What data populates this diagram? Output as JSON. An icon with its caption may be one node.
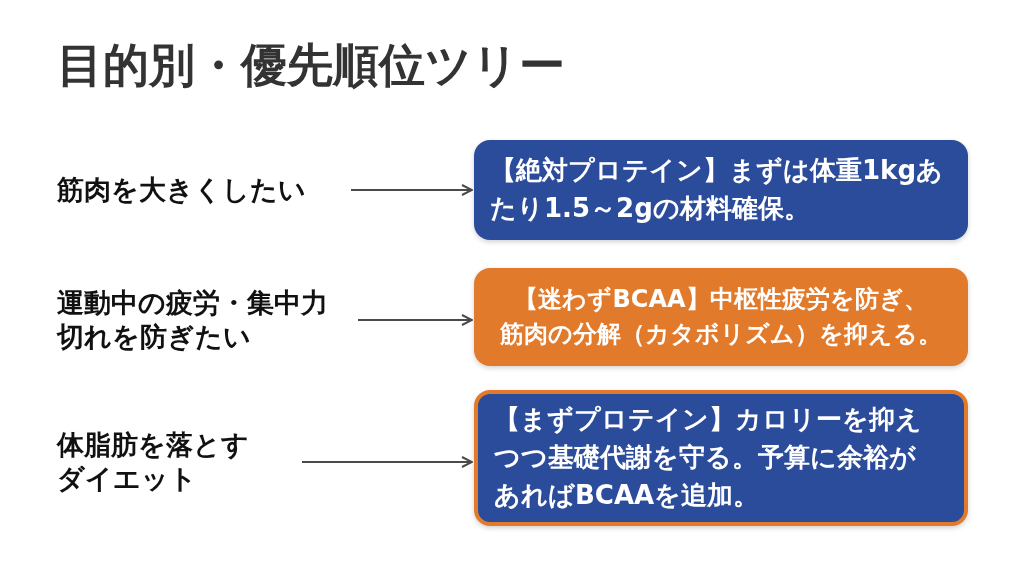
{
  "diagram": {
    "title": "目的別・優先順位ツリー",
    "nodes": [
      {
        "text": [
          "筋肉を大きくしたい"
        ]
      },
      {
        "text": [
          "【絶対プロテイン】まずは体重1kgあたり1.5～2gの材料確保。"
        ]
      },
      {
        "text": [
          "運動中の疲労・集中力切れを防ぎたい"
        ]
      },
      {
        "text": [
          "【迷わずBCAA】中枢性疲労を防ぎ、筋肉の分解（カタボリズム）を抑える。"
        ]
      },
      {
        "text": [
          "体脂肪を落とすダイエット"
        ]
      },
      {
        "text": [
          "【まずプロテイン】カロリーを抑えつつ基礎代謝を守る。予算に余裕があればBCAAを追加。"
        ]
      }
    ],
    "edges": [
      {
        "from": 0,
        "to": 1,
        "arrow": "to"
      },
      {
        "from": 2,
        "to": 3,
        "arrow": "to"
      },
      {
        "from": 4,
        "to": 5,
        "arrow": "to"
      }
    ]
  }
}
